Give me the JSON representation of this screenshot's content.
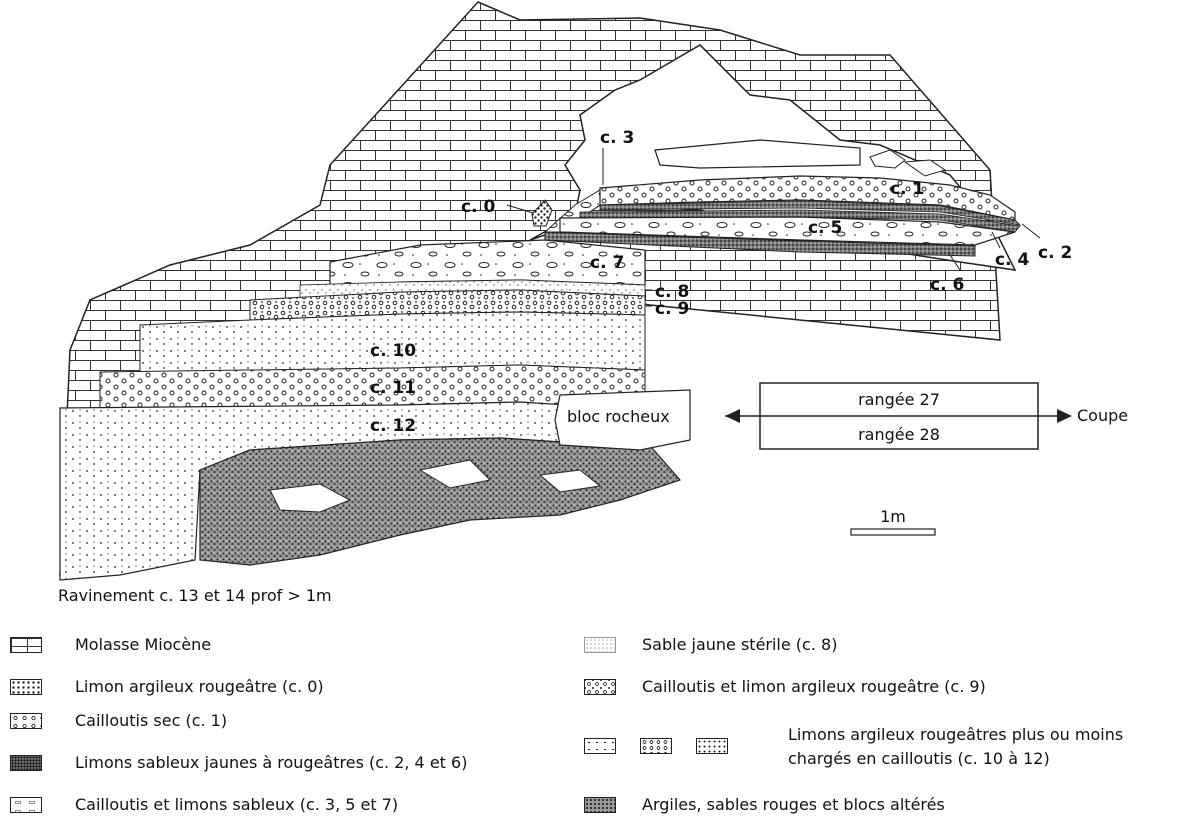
{
  "section": {
    "layer_labels": {
      "c0": "c. 0",
      "c1": "c. 1",
      "c2": "c. 2",
      "c3": "c. 3",
      "c4": "c. 4",
      "c5": "c. 5",
      "c6": "c. 6",
      "c7": "c. 7",
      "c8": "c. 8",
      "c9": "c. 9",
      "c10": "c. 10",
      "c11": "c. 11",
      "c12": "c. 12"
    },
    "bloc_label": "bloc rocheux",
    "ravinement_label": "Ravinement c. 13 et 14 prof > 1m"
  },
  "plan_inset": {
    "row_top": "rangée 27",
    "row_bottom": "rangée 28",
    "coupe_label": "Coupe"
  },
  "scale_bar": {
    "label": "1m"
  },
  "legend": {
    "items": [
      {
        "pattern": "brick",
        "text": "Molasse Miocène"
      },
      {
        "pattern": "dense-dots",
        "text": "Limon argileux rougeâtre (c. 0)"
      },
      {
        "pattern": "circles",
        "text": "Cailloutis sec (c. 1)"
      },
      {
        "pattern": "fine-stipple",
        "text": "Limons sableux jaunes à rougeâtres (c. 2, 4 et 6)"
      },
      {
        "pattern": "pebbles",
        "text": "Cailloutis et limons sableux (c. 3, 5 et 7)"
      },
      {
        "pattern": "sparse-stipple",
        "text": "Sable jaune stérile (c. 8)"
      },
      {
        "pattern": "circles-dots",
        "text": "Cailloutis et limon argileux rougeâtre (c. 9)"
      },
      {
        "pattern": "triple",
        "text_line1": "Limons argileux rougeâtres plus ou moins",
        "text_line2": "chargés en cailloutis (c. 10 à 12)"
      },
      {
        "pattern": "mottled",
        "text": "Argiles, sables rouges et blocs altérés"
      }
    ]
  }
}
